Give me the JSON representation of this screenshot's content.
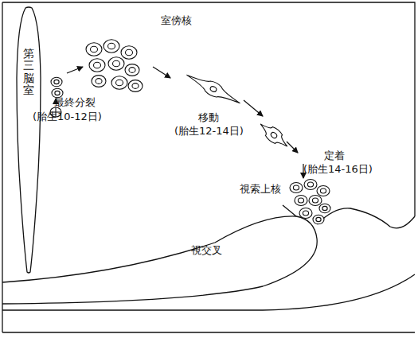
{
  "diagram": {
    "nodes": [
      {
        "text": [
          "第三脳室"
        ]
      },
      {
        "text": [
          "視交叉"
        ]
      }
    ],
    "labels": [
      "室傍核",
      "最終分裂",
      "(胎生10-12日)",
      "移動",
      "(胎生12-14日)",
      "定着",
      "(胎生14-16日)",
      "視索上核"
    ]
  }
}
